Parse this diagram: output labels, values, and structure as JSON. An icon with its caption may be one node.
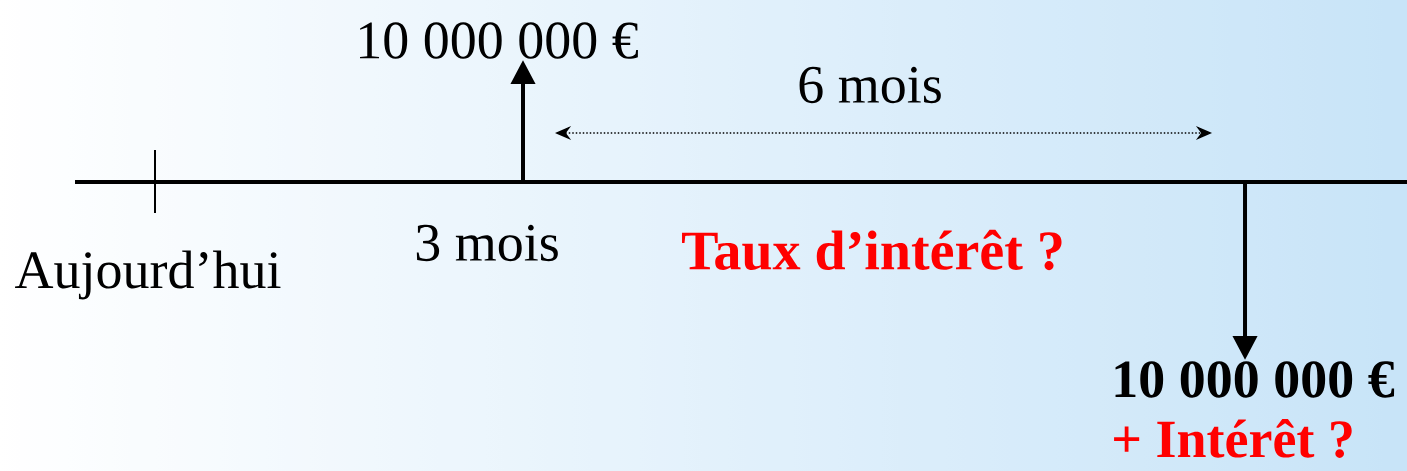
{
  "diagram": {
    "nodes": [
      {
        "text": [
          "10 000 000 €"
        ]
      },
      {
        "text": [
          "10 000 000 €",
          "+ Intérêt ?"
        ]
      }
    ],
    "edges": [
      {
        "from": null,
        "to": 0,
        "arrow": "to"
      },
      {
        "from": null,
        "to": 1,
        "arrow": "to"
      }
    ],
    "labels": [
      "6 mois",
      "Aujourd’hui",
      "3 mois",
      "Taux d’intérêt ?"
    ]
  }
}
